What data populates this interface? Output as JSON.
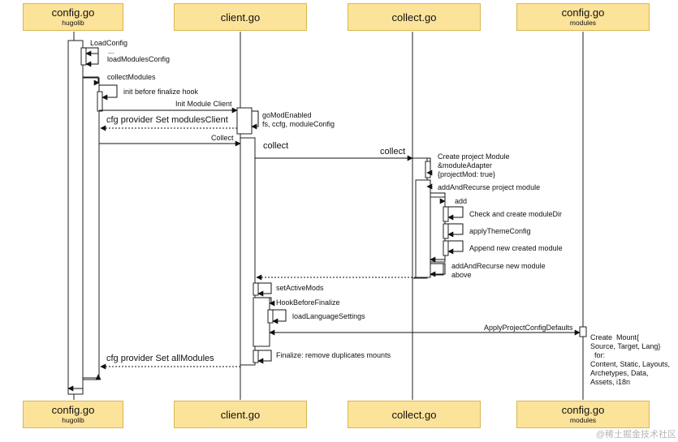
{
  "participants": [
    {
      "title": "config.go",
      "subtitle": "hugolib"
    },
    {
      "title": "client.go",
      "subtitle": ""
    },
    {
      "title": "collect.go",
      "subtitle": ""
    },
    {
      "title": "config.go",
      "subtitle": "modules"
    }
  ],
  "footer_participants": [
    {
      "title": "config.go",
      "subtitle": "hugolib"
    },
    {
      "title": "client.go",
      "subtitle": ""
    },
    {
      "title": "collect.go",
      "subtitle": ""
    },
    {
      "title": "config.go",
      "subtitle": "modules"
    }
  ],
  "messages": {
    "load_config": "LoadConfig",
    "ellipsis": "...",
    "load_modules_config": "loadModulesConfig",
    "collect_modules": "collectModules",
    "init_hook": "init before finalize hook",
    "init_module_client": "Init Module Client",
    "go_mod_enabled": "goModEnabled\nfs, ccfg, moduleConfig",
    "set_modules_client": "cfg provider Set modulesClient",
    "collect_call": "Collect",
    "collect_label": "collect",
    "collect_label2": "collect",
    "create_project_module": "Create project Module\n&moduleAdapter\n{projectMod: true}",
    "add_and_recurse": "addAndRecurse project module",
    "add": "add",
    "check_create_dir": "Check and create moduleDir",
    "apply_theme_config": "applyThemeConfig",
    "append_new_module": "Append new created module",
    "add_and_recurse_new": "addAndRecurse new module\nabove",
    "set_active_mods": "setActiveMods",
    "hook_before_finalize": "HookBeforeFinalize",
    "load_language_settings": "loadLanguageSettings",
    "apply_project_config_defaults": "ApplyProjectConfigDefaults",
    "create_mount": "Create  Mount{\nSource, Target, Lang}\n  for:\nContent, Static, Layouts,\nArchetypes, Data,\nAssets, i18n",
    "finalize": "Finalize: remove duplicates mounts",
    "set_all_modules": "cfg provider Set allModules"
  },
  "watermark": "@稀土掘金技术社区"
}
